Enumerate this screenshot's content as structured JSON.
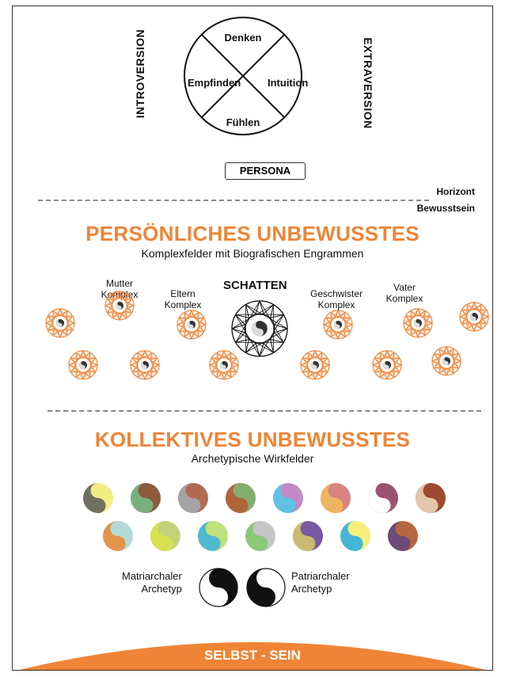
{
  "functions": {
    "top": "Denken",
    "left": "Empfinden",
    "right": "Intuition",
    "bottom": "Fühlen"
  },
  "attitudes": {
    "left": "INTROVERSION",
    "right": "EXTRAVERSION"
  },
  "persona": "PERSONA",
  "horizon": {
    "above": "Horizont",
    "below": "Bewusstsein"
  },
  "personal": {
    "title": "PERSÖNLICHES UNBEWUSSTES",
    "subtitle": "Komplexfelder mit Biografischen Engrammen",
    "shadow": "SCHATTEN",
    "complexes": [
      {
        "line1": "Mutter",
        "line2": "Komplex"
      },
      {
        "line1": "Eltern",
        "line2": "Komplex"
      },
      {
        "line1": "Geschwister",
        "line2": "Komplex"
      },
      {
        "line1": "Vater",
        "line2": "Komplex"
      }
    ]
  },
  "collective": {
    "title": "KOLLEKTIVES UNBEWUSSTES",
    "subtitle": "Archetypische Wirkfelder"
  },
  "archetypes": {
    "matriarchal": {
      "line1": "Matriarchaler",
      "line2": "Archetyp"
    },
    "patriarchal": {
      "line1": "Patriarchaler",
      "line2": "Archetyp"
    }
  },
  "self": "SELBST - SEIN",
  "colors": {
    "accent": "#ef8436",
    "line": "#111111",
    "dash": "#888888"
  },
  "circle_pairs": [
    [
      "#f2ec84",
      "#6f7060"
    ],
    [
      "#8c5a3c",
      "#79b080"
    ],
    [
      "#b46a52",
      "#a4a4a4"
    ],
    [
      "#86ad70",
      "#b0643c"
    ],
    [
      "#c28ac6",
      "#5fc2e4"
    ],
    [
      "#d98282",
      "#edb560"
    ],
    [
      "#9a5270",
      "#ffffff"
    ],
    [
      "#9c4a30",
      "#e2c7ac"
    ],
    [
      "#b3dbd8",
      "#e3954a"
    ],
    [
      "#c2d37c",
      "#d6e24e"
    ],
    [
      "#bfe07a",
      "#4eb9d0"
    ],
    [
      "#c6c6c6",
      "#8cc878"
    ],
    [
      "#7a5aa2",
      "#c9ba72"
    ],
    [
      "#f6ef7a",
      "#44b6d6"
    ],
    [
      "#b56840",
      "#6e4a78"
    ]
  ]
}
